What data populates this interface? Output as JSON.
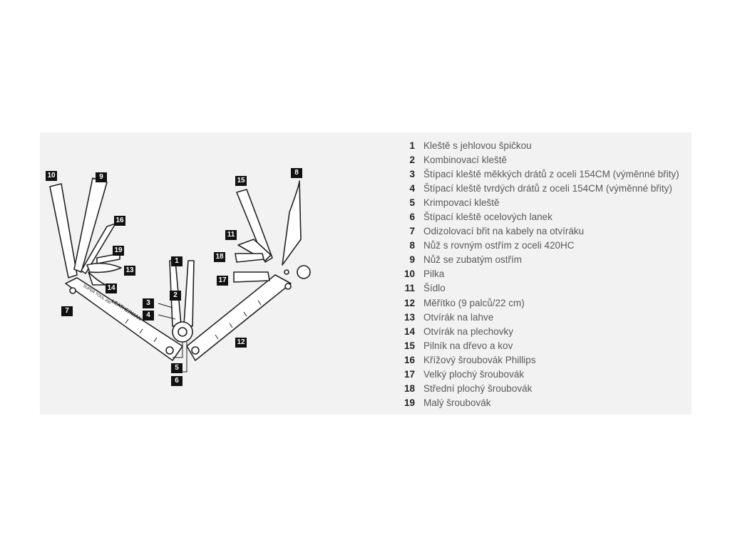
{
  "parts": [
    {
      "num": "1",
      "label": "Kleště s jehlovou špičkou"
    },
    {
      "num": "2",
      "label": "Kombinovací kleště"
    },
    {
      "num": "3",
      "label": "Štípací kleště měkkých drátů z oceli 154CM (výměnné břity)"
    },
    {
      "num": "4",
      "label": "Štípací kleště tvrdých drátů z oceli 154CM (výměnné břity)"
    },
    {
      "num": "5",
      "label": "Krimpovací kleště"
    },
    {
      "num": "6",
      "label": "Štípací kleště ocelových lanek"
    },
    {
      "num": "7",
      "label": "Odizolovací břit na kabely na otvíráku"
    },
    {
      "num": "8",
      "label": "Nůž s rovným ostřím z oceli 420HC"
    },
    {
      "num": "9",
      "label": "Nůž se zubatým ostřím"
    },
    {
      "num": "10",
      "label": "Pilka"
    },
    {
      "num": "11",
      "label": "Šídlo"
    },
    {
      "num": "12",
      "label": "Měřítko (9 palců/22 cm)"
    },
    {
      "num": "13",
      "label": "Otvírák na lahve"
    },
    {
      "num": "14",
      "label": "Otvírák na plechovky"
    },
    {
      "num": "15",
      "label": "Pilník na dřevo a kov"
    },
    {
      "num": "16",
      "label": "Křížový šroubovák Phillips"
    },
    {
      "num": "17",
      "label": "Velký plochý šroubovák"
    },
    {
      "num": "18",
      "label": "Střední plochý šroubovák"
    },
    {
      "num": "19",
      "label": "Malý šroubovák"
    }
  ],
  "tool": {
    "brand": "LEATHERMAN",
    "model": "SUPER TOOL 300"
  }
}
